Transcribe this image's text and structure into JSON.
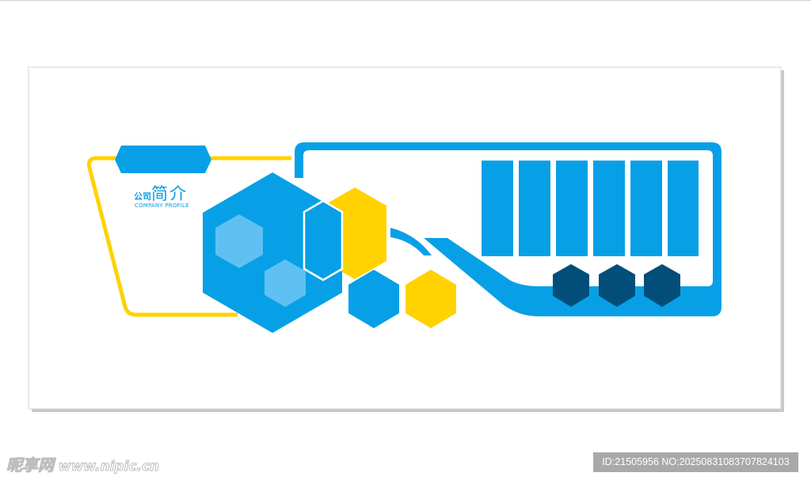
{
  "title": {
    "cn_small": "公司",
    "cn_big": "简介",
    "en": "COMPANY PROFILE"
  },
  "watermark": {
    "brand": "昵享网",
    "url": "www.nipic.cn"
  },
  "image_id": "ID:21505956 NO:20250831083707824103",
  "colors": {
    "blue": "#07a0e6",
    "light_blue": "#5fc1f3",
    "yellow": "#ffd200",
    "navy": "#024e79",
    "frame_shadow": "#c8c8c8"
  }
}
